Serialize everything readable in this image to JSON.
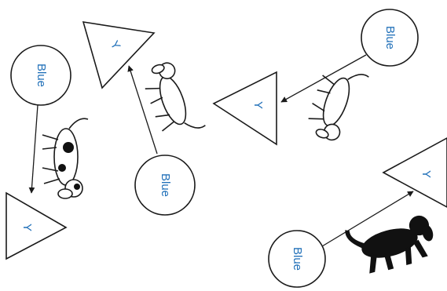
{
  "diagram": {
    "panels": [
      {
        "id": "p1",
        "circle_text": "Blue",
        "triangle_text": "Y",
        "dog": "white with black spots"
      },
      {
        "id": "p2",
        "circle_text": "Blue",
        "triangle_text": "Y",
        "dog": "white"
      },
      {
        "id": "p3",
        "circle_text": "Blue",
        "triangle_text": "Y",
        "dog": "white"
      },
      {
        "id": "p4",
        "circle_text": "Blue",
        "triangle_text": "Y",
        "dog": "black"
      }
    ]
  },
  "colors": {
    "label_text": "#1f6fb8",
    "outline": "#1a1a1a",
    "background": "#ffffff"
  }
}
